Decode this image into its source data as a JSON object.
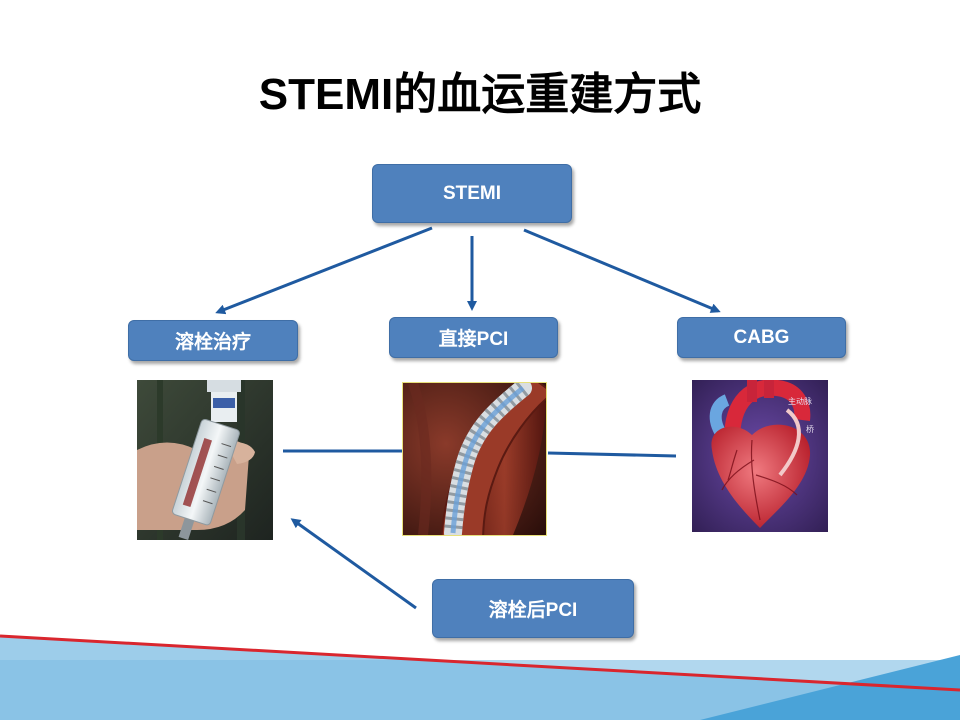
{
  "title": "STEMI的血运重建方式",
  "nodes": {
    "stemi": "STEMI",
    "thrombolysis": "溶栓治疗",
    "direct_pci": "直接PCI",
    "cabg": "CABG",
    "post_lysis_pci": "溶栓后PCI"
  },
  "images": {
    "heart_labels": {
      "aorta": "主动脉",
      "bridge": "桥"
    }
  },
  "colors": {
    "node_fill": "#4f81bd",
    "arrow": "#1f5aa0",
    "footer_light": "#9dcdea",
    "footer_dark": "#4aa3d8",
    "footer_red": "#d9262e"
  },
  "icons": [
    "syringe-vial-photo",
    "stent-artery-photo",
    "heart-bypass-photo"
  ]
}
